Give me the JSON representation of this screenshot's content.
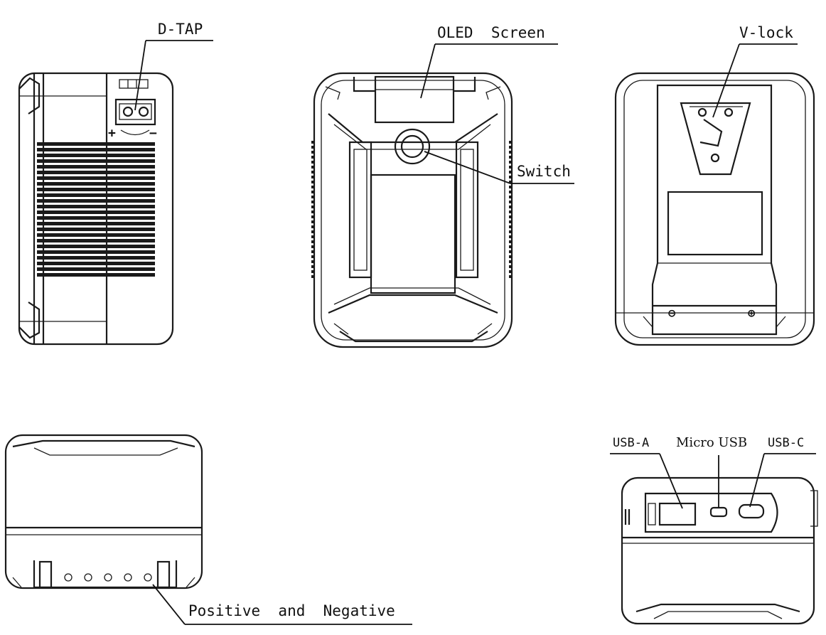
{
  "labels": {
    "dtap": "D-TAP",
    "oled_screen": "OLED  Screen",
    "switch": "Switch",
    "vlock": "V-lock",
    "usb_a": "USB-A",
    "micro_usb": "Micro USB",
    "usb_c": "USB-C",
    "positive_negative": "Positive  and  Negative"
  },
  "colors": {
    "line": "#1a1a1a",
    "background": "#ffffff"
  }
}
